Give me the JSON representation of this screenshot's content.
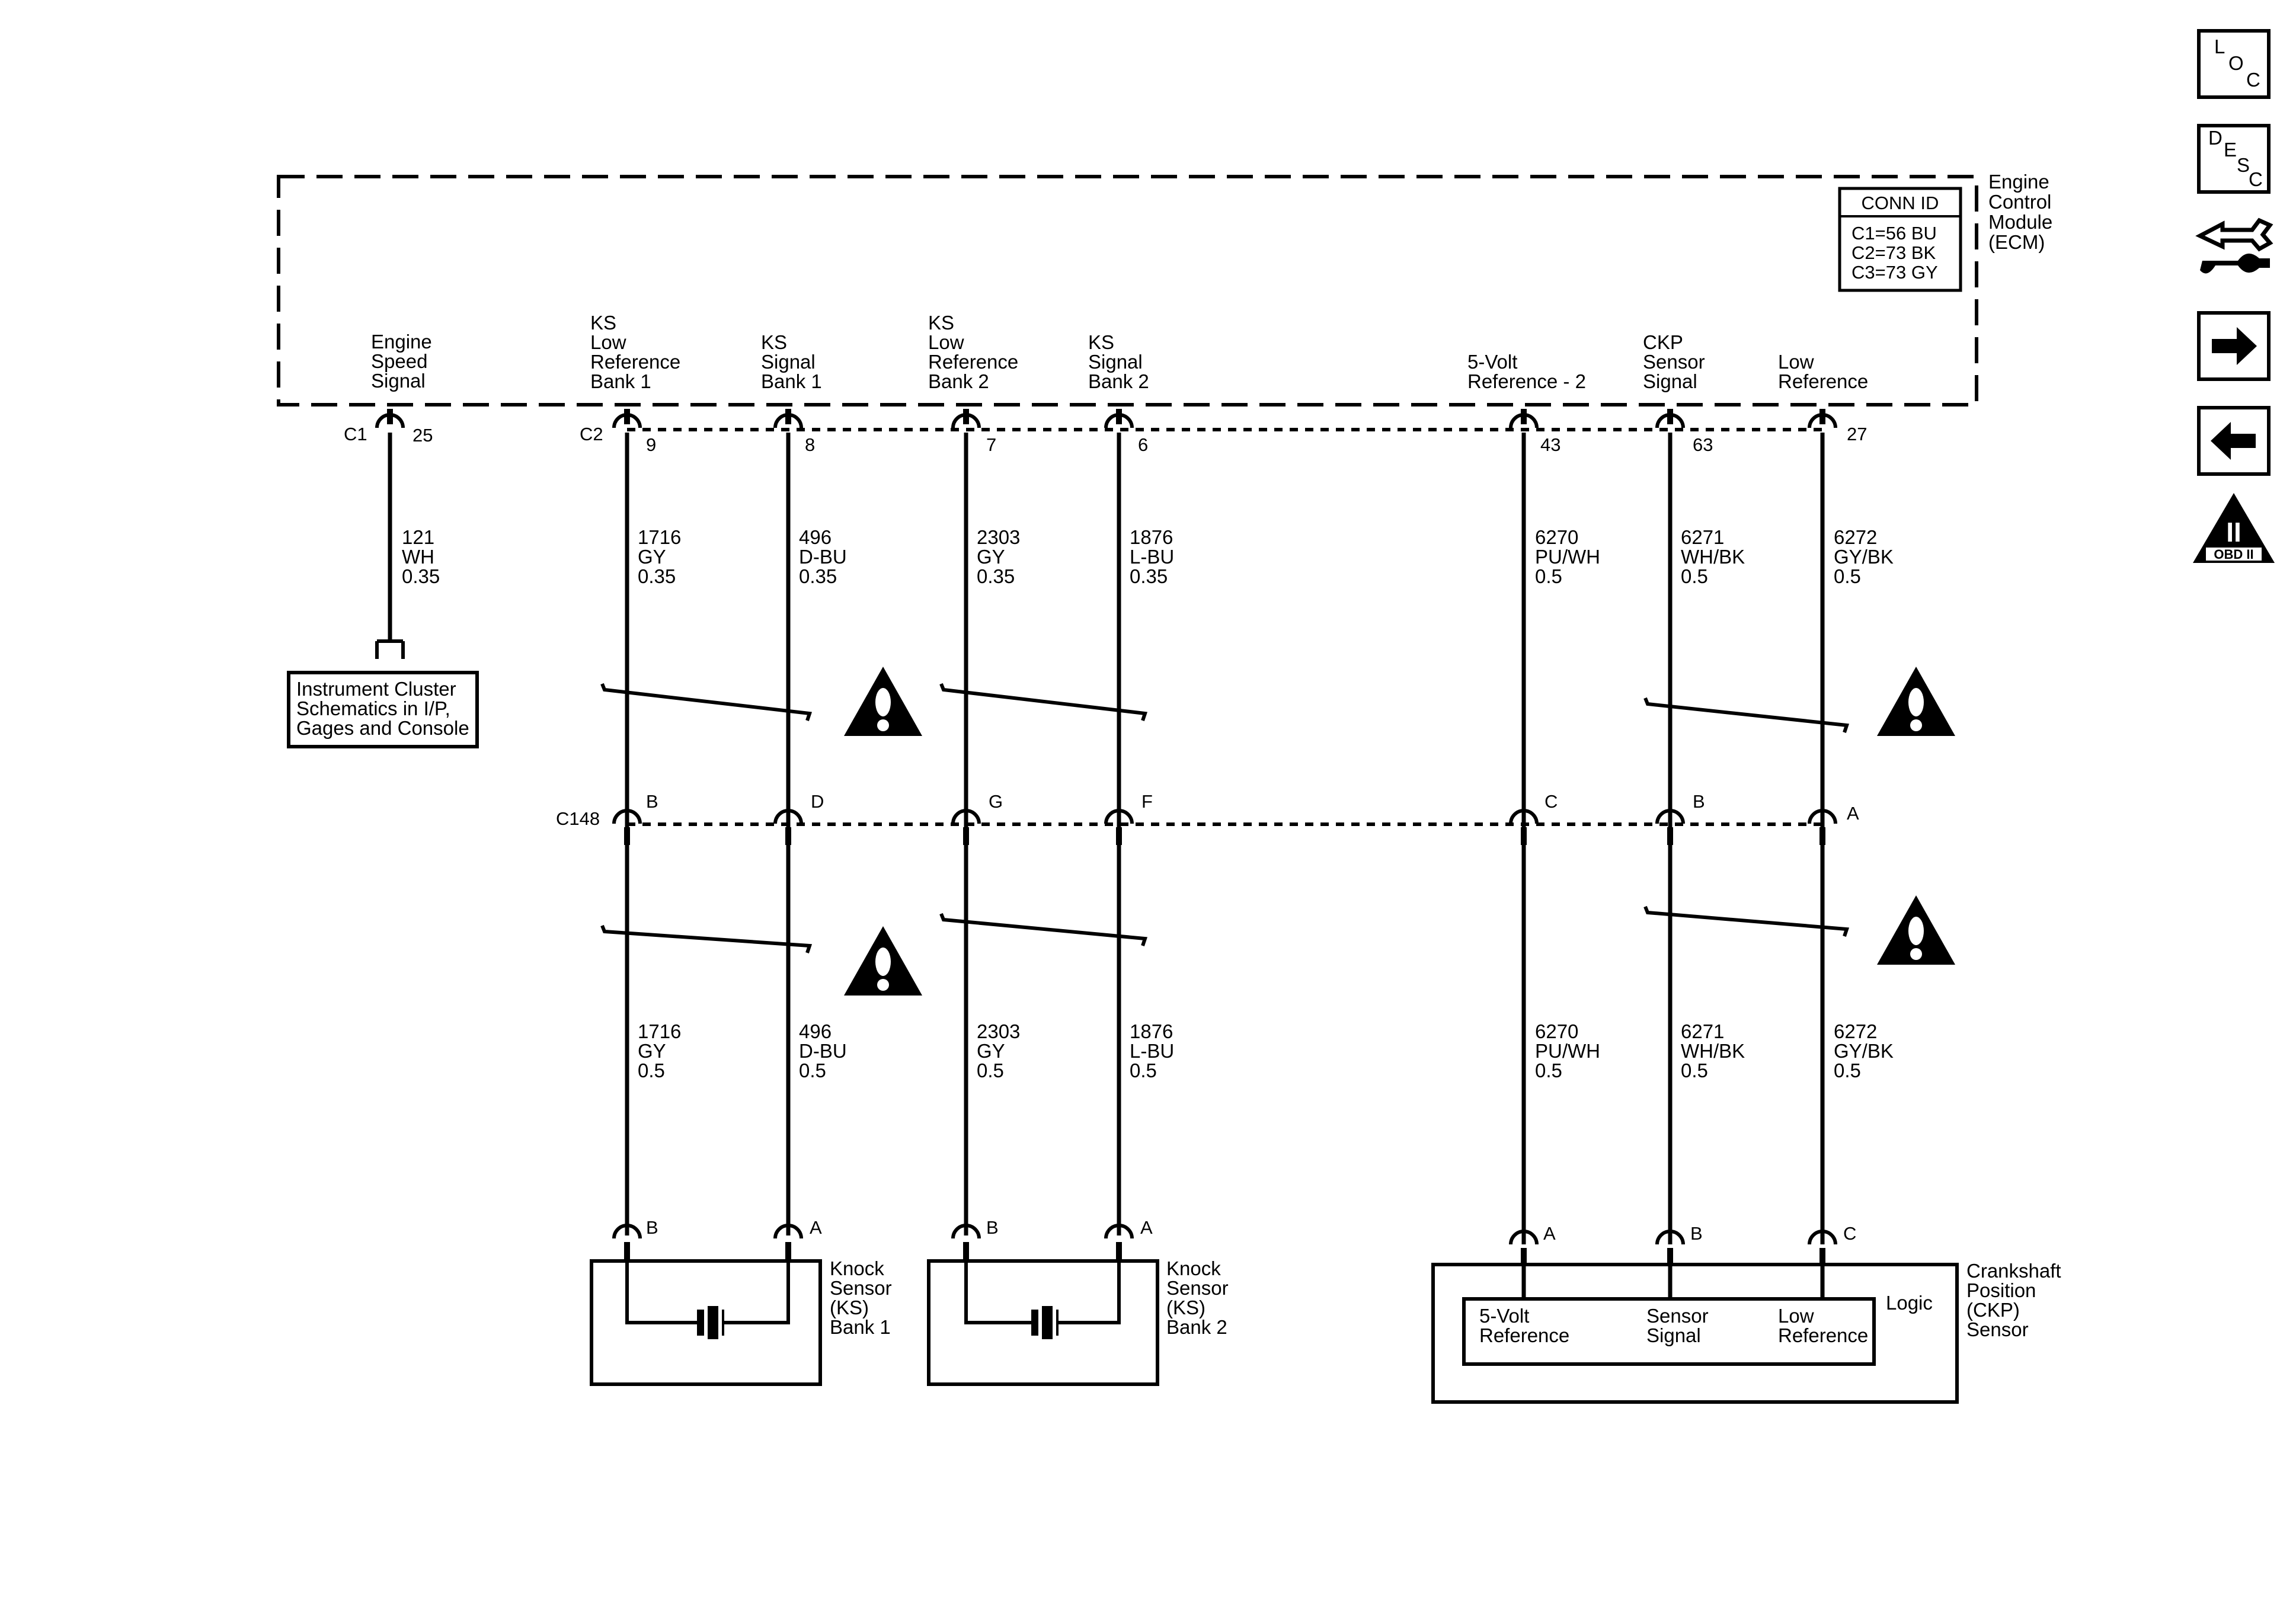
{
  "ecm": {
    "name": [
      "Engine",
      "Control",
      "Module",
      "(ECM)"
    ],
    "conn_id_title": "CONN ID",
    "conn_ids": [
      "C1=56 BU",
      "C2=73 BK",
      "C3=73 GY"
    ],
    "signals": {
      "engine_speed": [
        "Engine",
        "Speed",
        "Signal"
      ],
      "ks_low_ref_b1": [
        "KS",
        "Low",
        "Reference",
        "Bank 1"
      ],
      "ks_signal_b1": [
        "KS",
        "Signal",
        "Bank 1"
      ],
      "ks_low_ref_b2": [
        "KS",
        "Low",
        "Reference",
        "Bank 2"
      ],
      "ks_signal_b2": [
        "KS",
        "Signal",
        "Bank 2"
      ],
      "five_volt_ref": [
        "5-Volt",
        "Reference - 2"
      ],
      "ckp_signal": [
        "CKP",
        "Sensor",
        "Signal"
      ],
      "low_ref": [
        "Low",
        "Reference"
      ]
    }
  },
  "connectors": {
    "c1": "C1",
    "c2": "C2",
    "c148": "C148"
  },
  "pins": {
    "ecm": [
      "25",
      "9",
      "8",
      "7",
      "6",
      "43",
      "63",
      "27"
    ],
    "c148": [
      "B",
      "D",
      "G",
      "F",
      "C",
      "B",
      "A"
    ],
    "ks1": [
      "B",
      "A"
    ],
    "ks2": [
      "B",
      "A"
    ],
    "ckp": [
      "A",
      "B",
      "C"
    ]
  },
  "wires_upper": [
    [
      "121",
      "WH",
      "0.35"
    ],
    [
      "1716",
      "GY",
      "0.35"
    ],
    [
      "496",
      "D-BU",
      "0.35"
    ],
    [
      "2303",
      "GY",
      "0.35"
    ],
    [
      "1876",
      "L-BU",
      "0.35"
    ],
    [
      "6270",
      "PU/WH",
      "0.5"
    ],
    [
      "6271",
      "WH/BK",
      "0.5"
    ],
    [
      "6272",
      "GY/BK",
      "0.5"
    ]
  ],
  "wires_lower": [
    [
      "1716",
      "GY",
      "0.5"
    ],
    [
      "496",
      "D-BU",
      "0.5"
    ],
    [
      "2303",
      "GY",
      "0.5"
    ],
    [
      "1876",
      "L-BU",
      "0.5"
    ],
    [
      "6270",
      "PU/WH",
      "0.5"
    ],
    [
      "6271",
      "WH/BK",
      "0.5"
    ],
    [
      "6272",
      "GY/BK",
      "0.5"
    ]
  ],
  "instrument_cluster": [
    "Instrument Cluster",
    "Schematics in I/P,",
    "Gages and Console"
  ],
  "knock_sensor_1": [
    "Knock",
    "Sensor",
    "(KS)",
    "Bank 1"
  ],
  "knock_sensor_2": [
    "Knock",
    "Sensor",
    "(KS)",
    "Bank 2"
  ],
  "ckp_sensor": {
    "name": [
      "Crankshaft",
      "Position",
      "(CKP)",
      "Sensor"
    ],
    "logic": "Logic",
    "inner": {
      "five_volt": [
        "5-Volt",
        "Reference"
      ],
      "signal": [
        "Sensor",
        "Signal"
      ],
      "low": [
        "Low",
        "Reference"
      ]
    }
  },
  "sidebar": {
    "loc": [
      "L",
      "O",
      "C"
    ],
    "desc": [
      "D",
      "E",
      "S",
      "C"
    ],
    "obd": [
      "II",
      "OBD II"
    ]
  }
}
